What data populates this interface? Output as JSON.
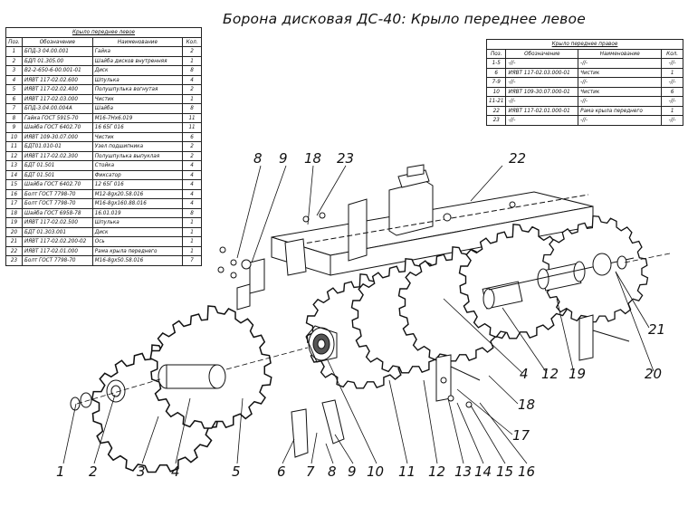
{
  "title": "Борона дисковая ДС-40: Крыло переднее левое",
  "left_table": {
    "caption": "Крыло переднее левое",
    "headers": [
      "Поз.",
      "Обозначение",
      "Наименование",
      "Кол."
    ],
    "rows": [
      [
        "1",
        "БПД-3 04.00.001",
        "Гайка",
        "2"
      ],
      [
        "2",
        "БДП 01.305.00",
        "Шайба дисков внутренняя",
        "1"
      ],
      [
        "3",
        "В2-2-650-6-00.001-01",
        "Диск",
        "8"
      ],
      [
        "4",
        "ИЯВТ 117-02.02.600",
        "Шпулька",
        "4"
      ],
      [
        "5",
        "ИЯВТ 117-02.02.400",
        "Полушпулька вогнутая",
        "2"
      ],
      [
        "6",
        "ИЯВТ 117-02.03.000",
        "Чистик",
        "1"
      ],
      [
        "7",
        "БПД-3.04.00.004А",
        "Шайба",
        "8"
      ],
      [
        "8",
        "Гайка ГОСТ 5915-70",
        "М16-7Нх6.019",
        "11"
      ],
      [
        "9",
        "Шайба ГОСТ 6402.70",
        "16 65Г 016",
        "11"
      ],
      [
        "10",
        "ИЯВТ 109-30.07.000",
        "Чистик",
        "6"
      ],
      [
        "11",
        "БДТ01.010-01",
        "Узел подшипника",
        "2"
      ],
      [
        "12",
        "ИЯВТ 117-02.02.300",
        "Полушпулька выпуклая",
        "2"
      ],
      [
        "13",
        "БДТ 01.501",
        "Стойка",
        "4"
      ],
      [
        "14",
        "БДТ 01.501",
        "Фиксатор",
        "4"
      ],
      [
        "15",
        "Шайба ГОСТ 6402.70",
        "12 65Г 016",
        "4"
      ],
      [
        "16",
        "Болт ГОСТ 7798-70",
        "М12-8gх20.58.016",
        "4"
      ],
      [
        "17",
        "Болт ГОСТ 7798-70",
        "М16-8gх160.88.016",
        "4"
      ],
      [
        "18",
        "Шайба ГОСТ 6958-78",
        "16.01.019",
        "8"
      ],
      [
        "19",
        "ИЯВТ 117-02.02.500",
        "Шпулька",
        "1"
      ],
      [
        "20",
        "БДТ 01.303.001",
        "Диск",
        "1"
      ],
      [
        "21",
        "ИЯВТ 117-02.02.200-02",
        "Ось",
        "1"
      ],
      [
        "22",
        "ИЯВТ 117-02.01.000",
        "Рама крыла переднего",
        "1"
      ],
      [
        "23",
        "Болт ГОСТ 7798-70",
        "М16-8gх50.58.016",
        "7"
      ]
    ]
  },
  "right_table": {
    "caption": "Крыло переднее правое",
    "headers": [
      "Поз.",
      "Обозначение",
      "Наименование",
      "Кол."
    ],
    "rows": [
      [
        "1-5",
        "-//-",
        "-//-",
        "-//-"
      ],
      [
        "6",
        "ИЯВТ 117-02.03.000-01",
        "Чистик",
        "1"
      ],
      [
        "7-9",
        "-//-",
        "-//-",
        "-//-"
      ],
      [
        "10",
        "ИЯВТ 109-30.07.000-01",
        "Чистик",
        "6"
      ],
      [
        "11-21",
        "-//-",
        "-//-",
        "-//-"
      ],
      [
        "22",
        "ИЯВТ 117-02.01.000-01",
        "Рама крыла переднего",
        "1"
      ],
      [
        "23",
        "-//-",
        "-//-",
        "-//-"
      ]
    ]
  },
  "callouts": {
    "c1": "1",
    "c2": "2",
    "c3": "3",
    "c4": "4",
    "c5": "5",
    "c6": "6",
    "c7": "7",
    "c8a": "8",
    "c9a": "9",
    "c10": "10",
    "c11": "11",
    "c12a": "12",
    "c13": "13",
    "c14": "14",
    "c15": "15",
    "c16": "16",
    "c17": "17",
    "c18a": "18",
    "c8b": "8",
    "c9b": "9",
    "c18b": "18",
    "c23": "23",
    "c22": "22",
    "c4b": "4",
    "c12b": "12",
    "c19": "19",
    "c20": "20",
    "c21": "21"
  }
}
